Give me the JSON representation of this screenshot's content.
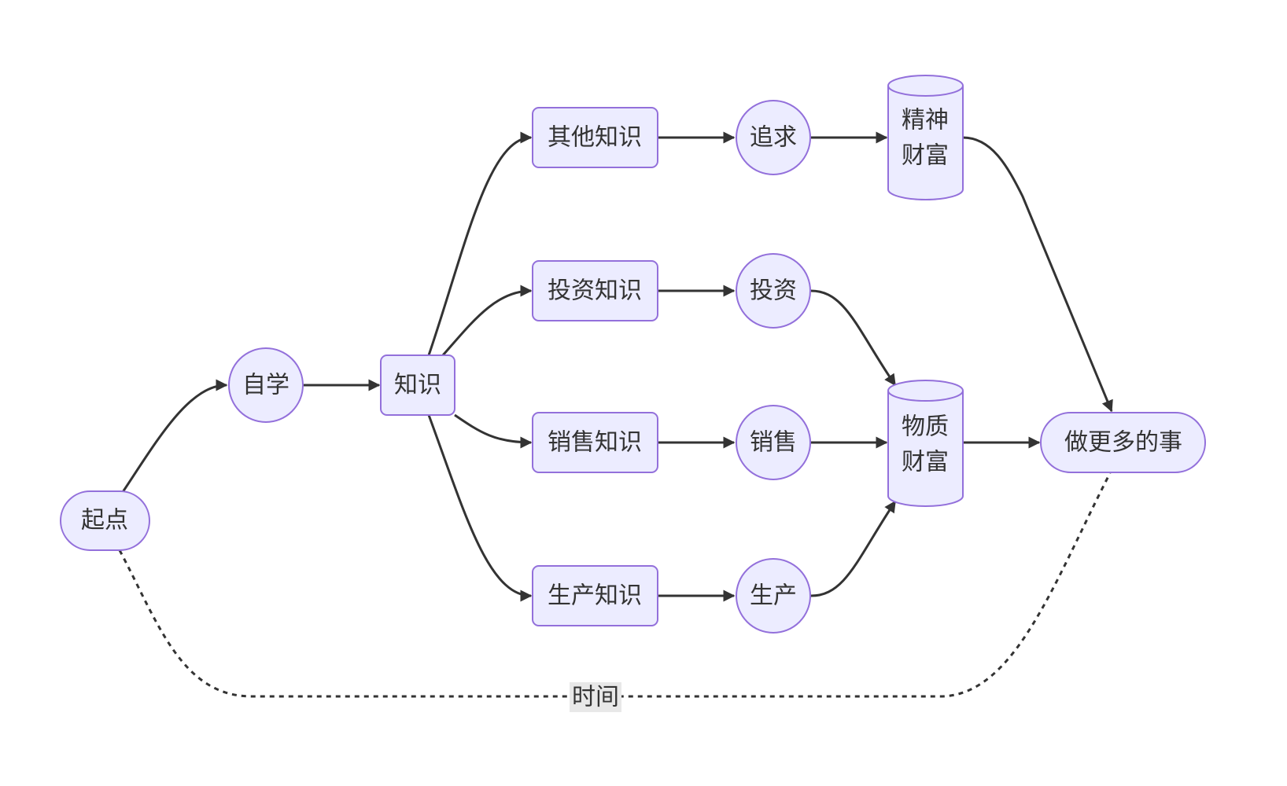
{
  "diagram": {
    "type": "flowchart",
    "direction": "left-to-right",
    "colors": {
      "node_fill": "#ECECFF",
      "node_stroke": "#9370DB",
      "edge": "#333333",
      "text": "#333333",
      "edge_label_bg": "#e8e8e8"
    },
    "nodes": [
      {
        "id": "start",
        "label": "起点",
        "shape": "stadium"
      },
      {
        "id": "selfstudy",
        "label": "自学",
        "shape": "circle"
      },
      {
        "id": "knowledge",
        "label": "知识",
        "shape": "rounded-rect"
      },
      {
        "id": "otherknow",
        "label": "其他知识",
        "shape": "rounded-rect"
      },
      {
        "id": "investknow",
        "label": "投资知识",
        "shape": "rounded-rect"
      },
      {
        "id": "salesknow",
        "label": "销售知识",
        "shape": "rounded-rect"
      },
      {
        "id": "prodknow",
        "label": "生产知识",
        "shape": "rounded-rect"
      },
      {
        "id": "pursuit",
        "label": "追求",
        "shape": "circle"
      },
      {
        "id": "invest",
        "label": "投资",
        "shape": "circle"
      },
      {
        "id": "sales",
        "label": "销售",
        "shape": "circle"
      },
      {
        "id": "prod",
        "label": "生产",
        "shape": "circle"
      },
      {
        "id": "spiritual",
        "label": [
          "精神",
          "财富"
        ],
        "shape": "cylinder"
      },
      {
        "id": "material",
        "label": [
          "物质",
          "财富"
        ],
        "shape": "cylinder"
      },
      {
        "id": "domore",
        "label": "做更多的事",
        "shape": "stadium"
      }
    ],
    "edges": [
      {
        "from": "start",
        "to": "selfstudy",
        "style": "solid"
      },
      {
        "from": "selfstudy",
        "to": "knowledge",
        "style": "solid"
      },
      {
        "from": "knowledge",
        "to": "otherknow",
        "style": "solid"
      },
      {
        "from": "knowledge",
        "to": "investknow",
        "style": "solid"
      },
      {
        "from": "knowledge",
        "to": "salesknow",
        "style": "solid"
      },
      {
        "from": "knowledge",
        "to": "prodknow",
        "style": "solid"
      },
      {
        "from": "otherknow",
        "to": "pursuit",
        "style": "solid"
      },
      {
        "from": "investknow",
        "to": "invest",
        "style": "solid"
      },
      {
        "from": "salesknow",
        "to": "sales",
        "style": "solid"
      },
      {
        "from": "prodknow",
        "to": "prod",
        "style": "solid"
      },
      {
        "from": "pursuit",
        "to": "spiritual",
        "style": "solid"
      },
      {
        "from": "invest",
        "to": "material",
        "style": "solid"
      },
      {
        "from": "sales",
        "to": "material",
        "style": "solid"
      },
      {
        "from": "prod",
        "to": "material",
        "style": "solid"
      },
      {
        "from": "spiritual",
        "to": "domore",
        "style": "solid"
      },
      {
        "from": "material",
        "to": "domore",
        "style": "solid"
      },
      {
        "from": "start",
        "to": "domore",
        "style": "dotted",
        "label": "时间",
        "arrow": false
      }
    ]
  }
}
